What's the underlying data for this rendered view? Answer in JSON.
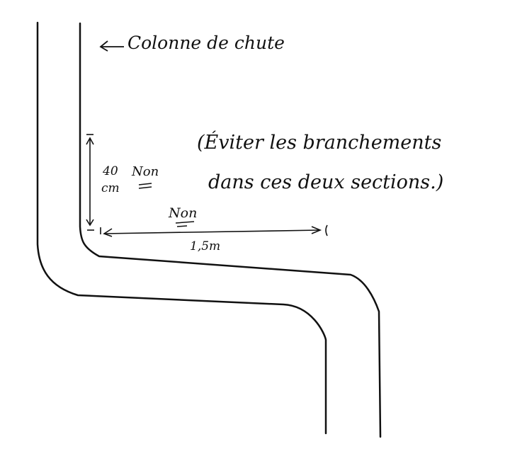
{
  "diagram": {
    "type": "plumbing-sketch",
    "language": "fr",
    "labels": {
      "column": "Colonne de chute",
      "note_line1": "(Éviter les branchements",
      "note_line2": "dans ces deux sections.)",
      "vertical_dim_value": "40",
      "vertical_dim_unit": "cm",
      "vertical_no": "Non",
      "horizontal_no": "Non",
      "horizontal_dim": "1,5m"
    },
    "arrow_glyph": "←",
    "stroke_color": "#111111",
    "background": "#ffffff"
  }
}
